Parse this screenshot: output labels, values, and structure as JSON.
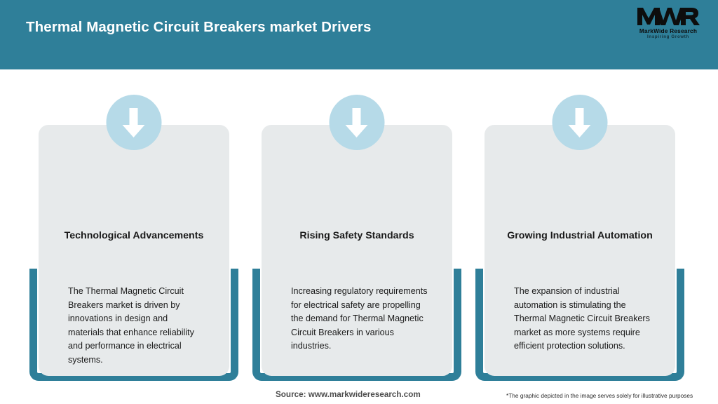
{
  "header": {
    "title": "Thermal Magnetic Circuit Breakers market Drivers",
    "background_color": "#2f7f99",
    "title_color": "#ffffff"
  },
  "logo": {
    "mark": "MWR",
    "name": "MarkWide Research",
    "tagline": "Inspiring Growth"
  },
  "cards": [
    {
      "icon": "down-arrow-icon",
      "title": "Technological Advancements",
      "body": "The Thermal Magnetic Circuit Breakers market is driven by innovations in design and materials that enhance reliability and performance in electrical systems."
    },
    {
      "icon": "down-arrow-icon",
      "title": "Rising Safety Standards",
      "body": "Increasing regulatory requirements for electrical safety are propelling the demand for Thermal Magnetic Circuit Breakers in various industries."
    },
    {
      "icon": "down-arrow-icon",
      "title": "Growing Industrial Automation",
      "body": "The expansion of industrial automation is stimulating the Thermal Magnetic Circuit Breakers market as more systems require efficient protection solutions."
    }
  ],
  "footer": {
    "source": "Source: www.markwideresearch.com",
    "disclaimer": "*The graphic depicted in the image serves solely for illustrative purposes"
  },
  "colors": {
    "teal": "#2f7f99",
    "panel_grey": "#e7eaeb",
    "icon_blue": "#b6dae8"
  }
}
